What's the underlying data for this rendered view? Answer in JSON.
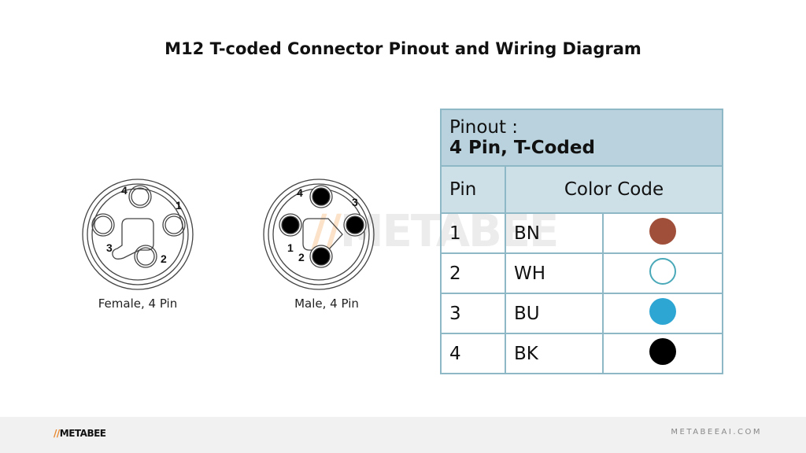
{
  "title": "M12 T-coded Connector Pinout and Wiring Diagram",
  "female": {
    "caption": "Female, 4 Pin",
    "labels": [
      "1",
      "2",
      "3",
      "4"
    ]
  },
  "male": {
    "caption": "Male, 4 Pin",
    "labels": [
      "1",
      "2",
      "3",
      "4"
    ]
  },
  "table": {
    "header_line1": "Pinout :",
    "header_line2": "4 Pin,   T-Coded",
    "col_pin": "Pin",
    "col_color": "Color Code",
    "rows": [
      {
        "pin": "1",
        "code": "BN",
        "color": "#a0503a"
      },
      {
        "pin": "2",
        "code": "WH",
        "color": "#ffffff"
      },
      {
        "pin": "3",
        "code": "BU",
        "color": "#2ea6d4"
      },
      {
        "pin": "4",
        "code": "BK",
        "color": "#000000"
      }
    ]
  },
  "watermark": "METABEE",
  "footer": {
    "logo": "METABEE",
    "site": "METABEEAI.COM"
  }
}
